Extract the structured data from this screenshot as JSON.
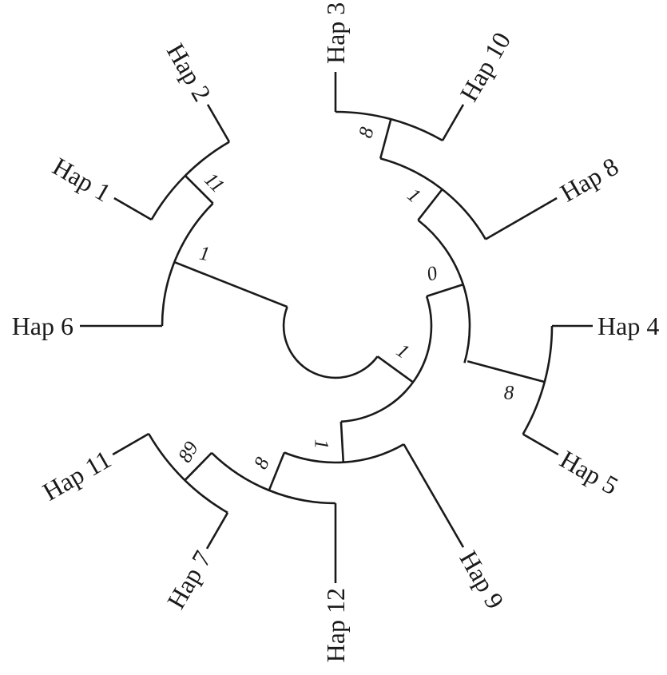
{
  "leaves": [
    "Hap 3",
    "Hap 10",
    "Hap 8",
    "Hap 4",
    "Hap 5",
    "Hap 9",
    "Hap 12",
    "Hap 7",
    "Hap 11",
    "Hap 6",
    "Hap 1",
    "Hap 2"
  ],
  "support_values": [
    "8",
    "1",
    "0",
    "8",
    "1",
    "1",
    "8",
    "89",
    "11",
    "1"
  ],
  "colors": {
    "line": "#1a1a1a",
    "background": "#ffffff"
  }
}
